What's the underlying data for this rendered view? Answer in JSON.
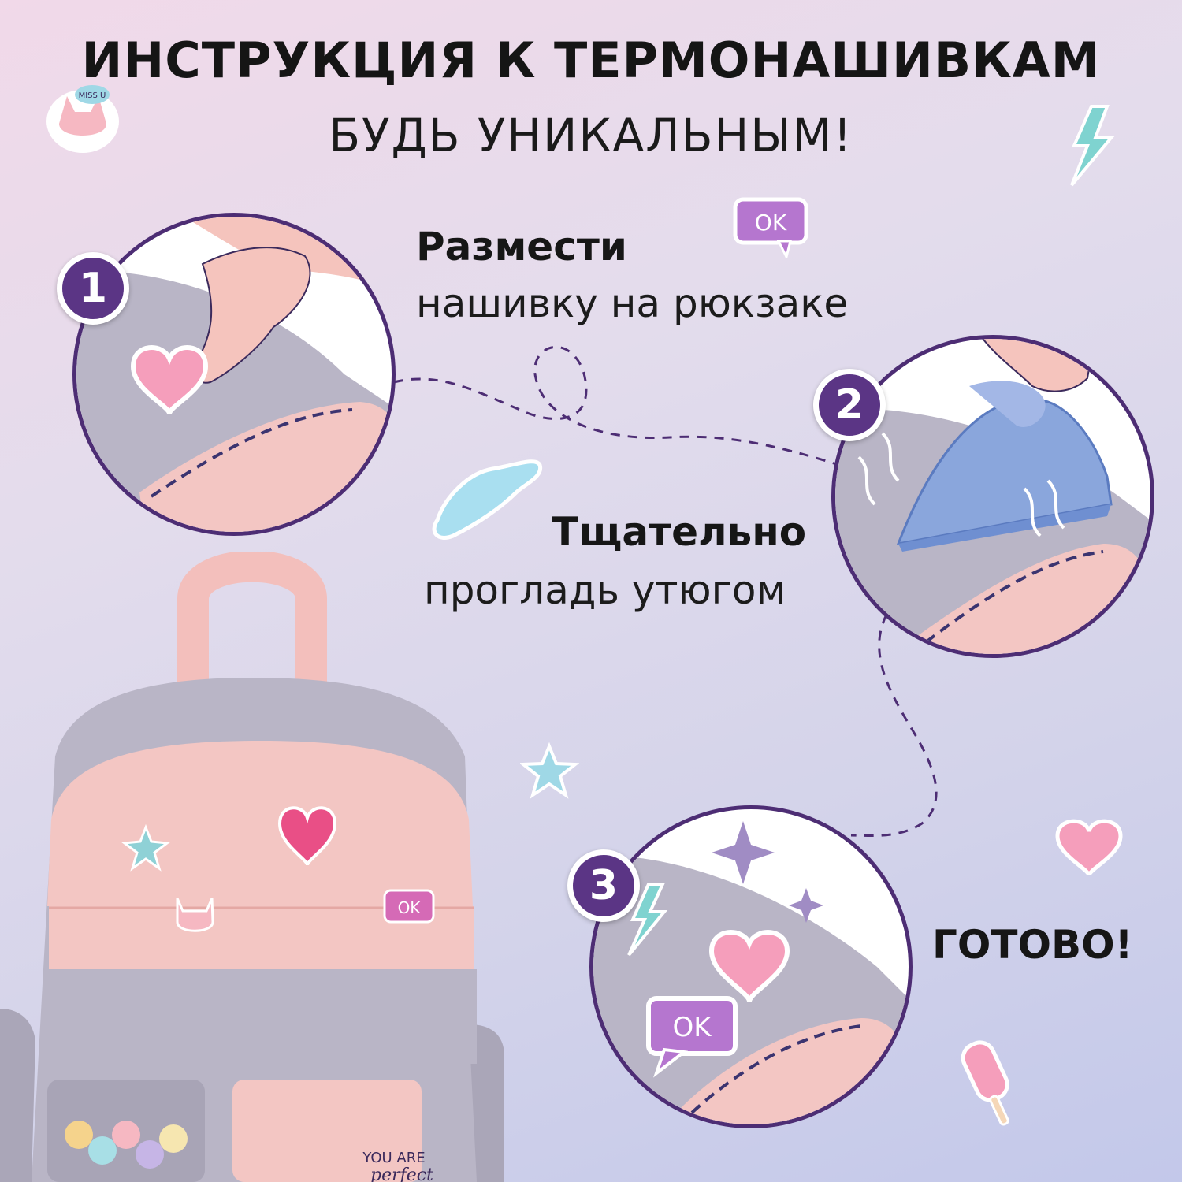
{
  "header": {
    "title": "ИНСТРУКЦИЯ К ТЕРМОНАШИВКАМ",
    "subtitle": "БУДЬ УНИКАЛЬНЫМ!"
  },
  "steps": [
    {
      "number": "1",
      "title": "Размести",
      "text": "нашивку на рюкзаке"
    },
    {
      "number": "2",
      "title": "Тщательно",
      "text": "прогладь утюгом"
    },
    {
      "number": "3",
      "title": "ГОТОВО!",
      "text": ""
    }
  ],
  "stickers": {
    "speech_ok": "OK",
    "cat_speech": "MISS U",
    "backpack_label_1": "YOU ARE",
    "backpack_label_2": "perfect"
  },
  "colors": {
    "accent_purple": "#5b3585",
    "circle_border": "#4d2d74",
    "backpack_gray": "#b9b5c6",
    "backpack_pink": "#f3c6c3",
    "dash_line": "#4d2d74"
  }
}
